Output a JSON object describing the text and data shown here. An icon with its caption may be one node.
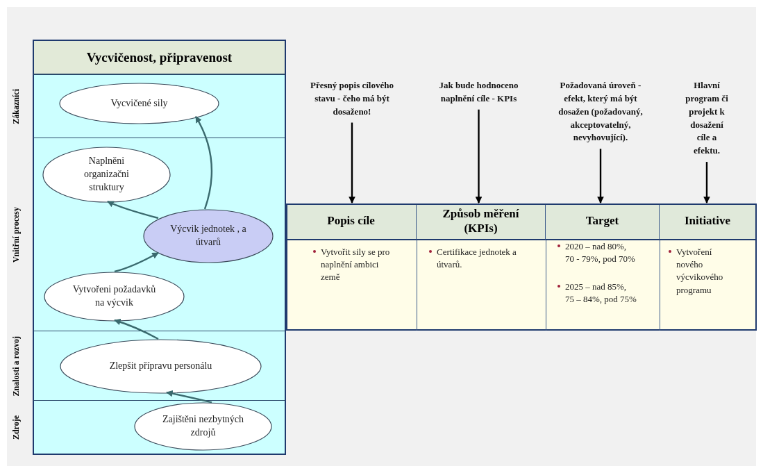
{
  "diagram": {
    "nodes": [
      {
        "text": [
          "Vycvičenost, připravenost"
        ]
      },
      {
        "text": [
          "Zákazníci"
        ]
      },
      {
        "text": [
          "Vycvičené sily"
        ],
        "in": 1
      },
      {
        "text": [
          "Vnitřní procesy"
        ]
      },
      {
        "text": [
          "Naplněni organizačni struktury"
        ],
        "in": 3
      },
      {
        "text": [
          "Výcvik jednotek , a útvarů"
        ],
        "in": 3
      },
      {
        "text": [
          "Vytvořeni požadavků na výcvik"
        ],
        "in": 3
      },
      {
        "text": [
          "Znalosti a rozvoj"
        ]
      },
      {
        "text": [
          "Zlepšit přípravu personálu"
        ],
        "in": 7
      },
      {
        "text": [
          "Zdroje"
        ]
      },
      {
        "text": [
          "Zajištěni nezbytných zdrojů"
        ],
        "in": 9
      },
      {
        "text": [
          "Přesný popis cílového stavu - čeho má být dosaženo!"
        ]
      },
      {
        "text": [
          "Jak bude hodnoceno naplnění cíle - KPIs"
        ]
      },
      {
        "text": [
          "Požadovaná úroveň - efekt, který má být dosažen (požadovaný, akceptovatelný, nevyhovující)."
        ]
      },
      {
        "text": [
          "Hlavní program či projekt k dosažení cíle a efektu."
        ]
      },
      {
        "text": [
          "Popis cíle"
        ]
      },
      {
        "text": [
          "Způsob měření (KPIs)"
        ]
      },
      {
        "text": [
          "Target"
        ]
      },
      {
        "text": [
          "Initiative"
        ]
      }
    ],
    "edges": [
      {
        "from": 5,
        "to": 2,
        "arrow": "to"
      },
      {
        "from": 5,
        "to": 4,
        "arrow": "to"
      },
      {
        "from": 6,
        "to": 5,
        "arrow": "to"
      },
      {
        "from": 8,
        "to": 6,
        "arrow": "to"
      },
      {
        "from": 10,
        "to": 8,
        "arrow": "to"
      },
      {
        "from": 11,
        "to": 15,
        "arrow": "to",
        "color": "#000000"
      },
      {
        "from": 12,
        "to": 16,
        "arrow": "to",
        "color": "#000000"
      },
      {
        "from": 13,
        "to": 17,
        "arrow": "to",
        "color": "#000000"
      },
      {
        "from": 14,
        "to": 18,
        "arrow": "to",
        "color": "#000000"
      }
    ],
    "labels": [
      "Vytvořit sily se pro naplnění ambici země",
      "Certifikace jednotek a útvarů.",
      "2020 – nad 80%, 70 - 79%, pod 70%",
      "2025 – nad 85%, 75 – 84%, pod 75%",
      "Vytvoření nového výcvikového programu"
    ]
  }
}
